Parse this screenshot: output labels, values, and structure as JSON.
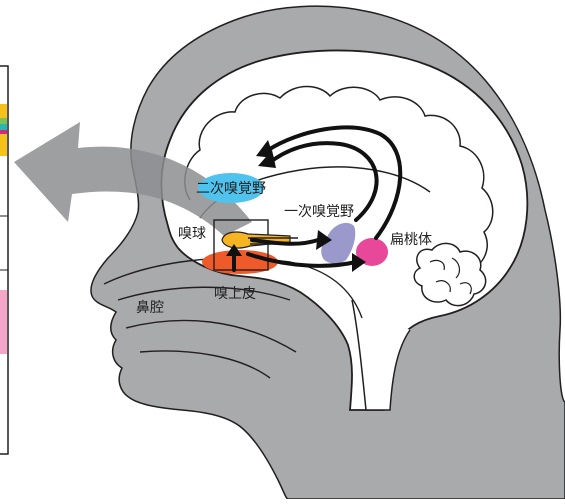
{
  "labels": {
    "secondary_cortex": "二次嗅覚野",
    "primary_cortex": "一次嗅覚野",
    "olfactory_bulb": "嗅球",
    "amygdala": "扁桃体",
    "olfactory_epithelium": "嗅上皮",
    "nasal_cavity": "鼻腔"
  },
  "colors": {
    "head_gray": "#a9aaac",
    "brain_fill": "#ffffff",
    "outline": "#231f20",
    "arrow_gray": "#8d8e90",
    "secondary_cortex": "#4fc3ee",
    "primary_cortex": "#9b98cb",
    "amygdala": "#e8489a",
    "olfactory_bulb": "#f5b523",
    "olfactory_epithelium": "#ef5a2b",
    "strip_yellow": "#f4c21b",
    "strip_green": "#7fc15a",
    "strip_teal": "#2bb6b0",
    "strip_pink": "#f3a6c8",
    "strip_magenta": "#d6287a"
  },
  "icons": {
    "big_arrow": "arrow-left-large",
    "pathway_arrows": "curved-arrows"
  }
}
